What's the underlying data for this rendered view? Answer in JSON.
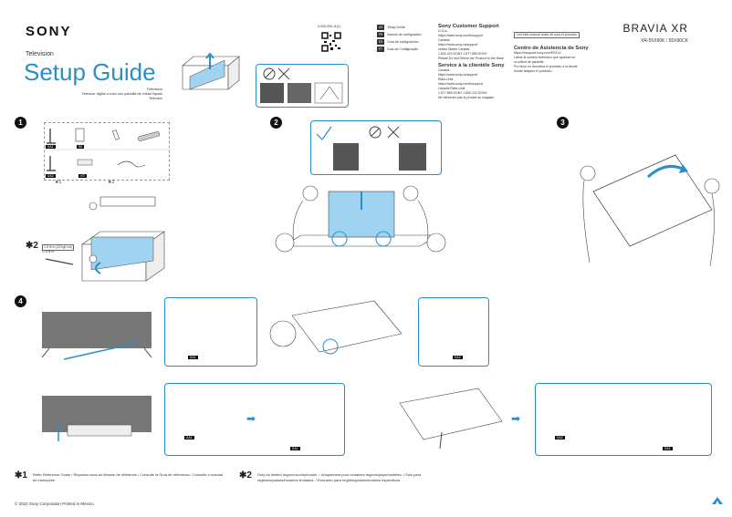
{
  "header": {
    "brand": "SONY",
    "category": "Television",
    "title": "Setup Guide",
    "subtitle_lines": [
      "Téléviseur",
      "Televisor digital a color con pantalla de cristal líquido",
      "Televisor"
    ],
    "doc_code": "5-030-993-11(1)",
    "product_line": "BRAVIA XR",
    "models": "XR-55X90K / 55X90CK"
  },
  "languages": [
    {
      "code": "US",
      "label": "Setup Guide"
    },
    {
      "code": "FR",
      "label": "Manuel de configuration"
    },
    {
      "code": "ES",
      "label": "Guía de configuración"
    },
    {
      "code": "PT",
      "label": "Guia de Configuração"
    }
  ],
  "support": {
    "us_heading": "Sony Customer Support",
    "us_lines": [
      "U.S.A.:",
      "https://www.sony.com/tvsupport",
      "Canada:",
      "https://www.sony.ca/support"
    ],
    "phone_lines": [
      "United States  Canada",
      "1.800.222.SONY       1.877.899.SONY"
    ],
    "return_note": "Please Do Not Return the Product to the Store",
    "fr_heading": "Service à la clientèle Sony",
    "fr_lines": [
      "Canada:",
      "https://www.sony.ca/support",
      "États-Unis:",
      "https://www.sony.com/tvsupport"
    ],
    "fr_phone_lines": [
      "Canada          États-Unis",
      "1.877.899.SONY    1.800.222.SONY"
    ],
    "fr_return_note": "Ne retournez pas le produit au magasin"
  },
  "spanish_support": {
    "read_note": "Lea este manual antes de usar el producto",
    "heading": "Centro de Asistencia de Sony",
    "url": "https://esupport.sony.com/ES/LA/",
    "lines": [
      "Llame al número telefónico que aparece en",
      "su póliza de garantía.",
      "Por favor no devuelva el producto a la tienda",
      "donde adquirió el producto."
    ]
  },
  "steps": {
    "one": "1",
    "two": "2",
    "three": "3",
    "four": "4"
  },
  "parts": {
    "sa1": "SA1",
    "im": "IM",
    "sa2": "SA2",
    "vs": "VS",
    "star1": "★1",
    "star2": "★2",
    "torque_note": [
      "1.5 N·m {15 kgf·cm}",
      "/1.5 N·m"
    ]
  },
  "footnotes": {
    "star1_text": "Refer Reference Guide / Reportez-vous au Manuel de référence / Consulte la Guía de referencia / Consulte o manual de instruções",
    "star2_text": "Only for limited region/country/model. / Uniquement pour certaines régions/pays/modèles. / Solo para regiones/países/modelos limitados. / Exclusivo para regiões/países/modelos específicos."
  },
  "copyright": "© 2022 Sony Corporation  Printed in Mexico",
  "colors": {
    "accent": "#2a8fc9",
    "highlight": "#9fd3ef",
    "dark": "#111111"
  }
}
